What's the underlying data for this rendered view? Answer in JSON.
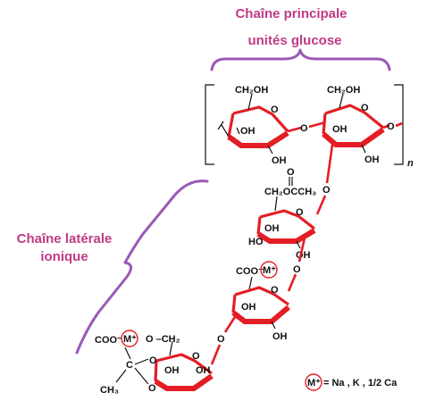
{
  "main_chain": {
    "title_line1": "Chaîne principale",
    "title_line2": "unités glucose"
  },
  "side_chain": {
    "title_line1": "Chaîne latérale",
    "title_line2": "ionique"
  },
  "labels": {
    "ch2oh": "CH₂OH",
    "oh": "OH",
    "ho": "HO",
    "o": "O",
    "n": "n",
    "acetyl": "CH₂OCCH₃",
    "acetyl_o": "O",
    "coo": "COO⁻",
    "ch2": "O –CH₂",
    "ch3": "CH₃",
    "c": "C",
    "m_plus": "M⁺"
  },
  "legend": {
    "symbol": "M⁺",
    "text": "= Na , K , 1/2 Ca"
  },
  "colors": {
    "title": "#c03a86",
    "brace": "#9b59b6",
    "ring": "#e31e24",
    "text": "#111111"
  }
}
